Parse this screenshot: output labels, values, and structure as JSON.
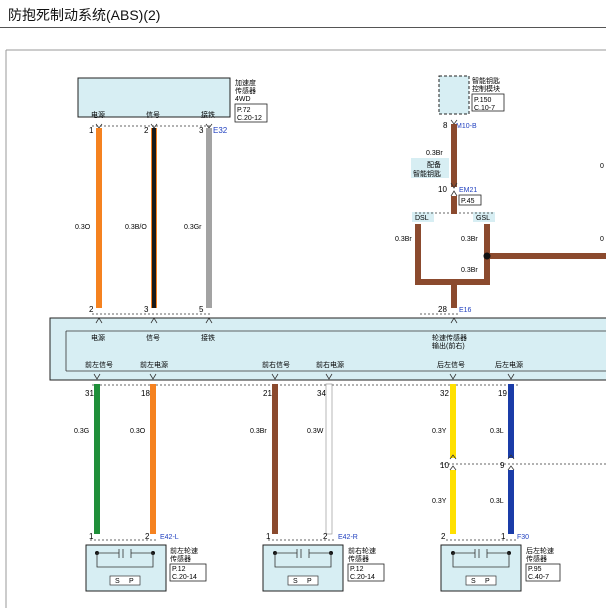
{
  "title": "防抱死制动系统(ABS)(2)",
  "colors": {
    "box_fill": "#d7eef3",
    "blue_text": "#1f3fbf",
    "wire_orange": "#f58220",
    "wire_black": "#1a1a1a",
    "wire_gray": "#a3a3a3",
    "wire_brown": "#8b4a2e",
    "wire_green": "#1f8f3a",
    "wire_white": "#ffffff",
    "wire_yellow": "#ffe000",
    "wire_blue": "#1a3ca8"
  },
  "accel_sensor": {
    "name": [
      "加速度",
      "传感器",
      "4WD"
    ],
    "ref": [
      "P.72",
      "C.20-12"
    ],
    "connector": "E32",
    "pins": [
      {
        "label": "电源",
        "top": "1",
        "bottom": "2",
        "bottom_label": "电源",
        "wire": "0.3O"
      },
      {
        "label": "信号",
        "top": "2",
        "bottom": "3",
        "bottom_label": "信号",
        "wire": "0.3B/O"
      },
      {
        "label": "接铁",
        "top": "3",
        "bottom": "5",
        "bottom_label": "接铁",
        "wire": "0.3Gr"
      }
    ]
  },
  "smart_key": {
    "name": [
      "智能钥匙",
      "控制模块"
    ],
    "ref": [
      "P.150",
      "C.10-7"
    ],
    "pin": "8",
    "connector": "M10-B",
    "wire1": "0.3Br",
    "note": [
      "配备",
      "智能钥匙"
    ],
    "joint_pin": "10",
    "joint_conn": "EM21",
    "joint_ref": "P.45",
    "dsl": "DSL",
    "gsl": "GSL",
    "wire_left": "0.3Br",
    "wire_right": "0.3Br",
    "wire_bottom": "0.3Br",
    "wire_ext": "0",
    "wire_ext2": "0",
    "abs_pin": "28",
    "abs_conn": "E16",
    "abs_label": [
      "轮速传感器",
      "输出(前右)"
    ]
  },
  "lower_pins": [
    {
      "label": "前左信号",
      "pin": "31",
      "wire": "0.3G"
    },
    {
      "label": "前左电源",
      "pin": "18",
      "wire": "0.3O"
    },
    {
      "label": "前右信号",
      "pin": "21",
      "wire": "0.3Br"
    },
    {
      "label": "前右电源",
      "pin": "34",
      "wire": "0.3W"
    },
    {
      "label": "后左信号",
      "pin": "32",
      "wire": "0.3Y",
      "mid_pin": "10",
      "wire2": "0.3Y"
    },
    {
      "label": "后左电源",
      "pin": "19",
      "wire": "0.3L",
      "mid_pin": "9",
      "wire2": "0.3L"
    }
  ],
  "wheel_sensors": [
    {
      "name": [
        "前左轮速",
        "传感器"
      ],
      "ref": [
        "P.12",
        "C.20-14"
      ],
      "conn": "E42-L",
      "p1": "1",
      "p2": "2"
    },
    {
      "name": [
        "前右轮速",
        "传感器"
      ],
      "ref": [
        "P.12",
        "C.20-14"
      ],
      "conn": "E42-R",
      "p1": "1",
      "p2": "2"
    },
    {
      "name": [
        "后左轮速",
        "传感器"
      ],
      "ref": [
        "P.95",
        "C.40-7"
      ],
      "conn": "F30",
      "p1": "2",
      "p2": "1"
    }
  ],
  "sp_labels": [
    "S",
    "P"
  ]
}
